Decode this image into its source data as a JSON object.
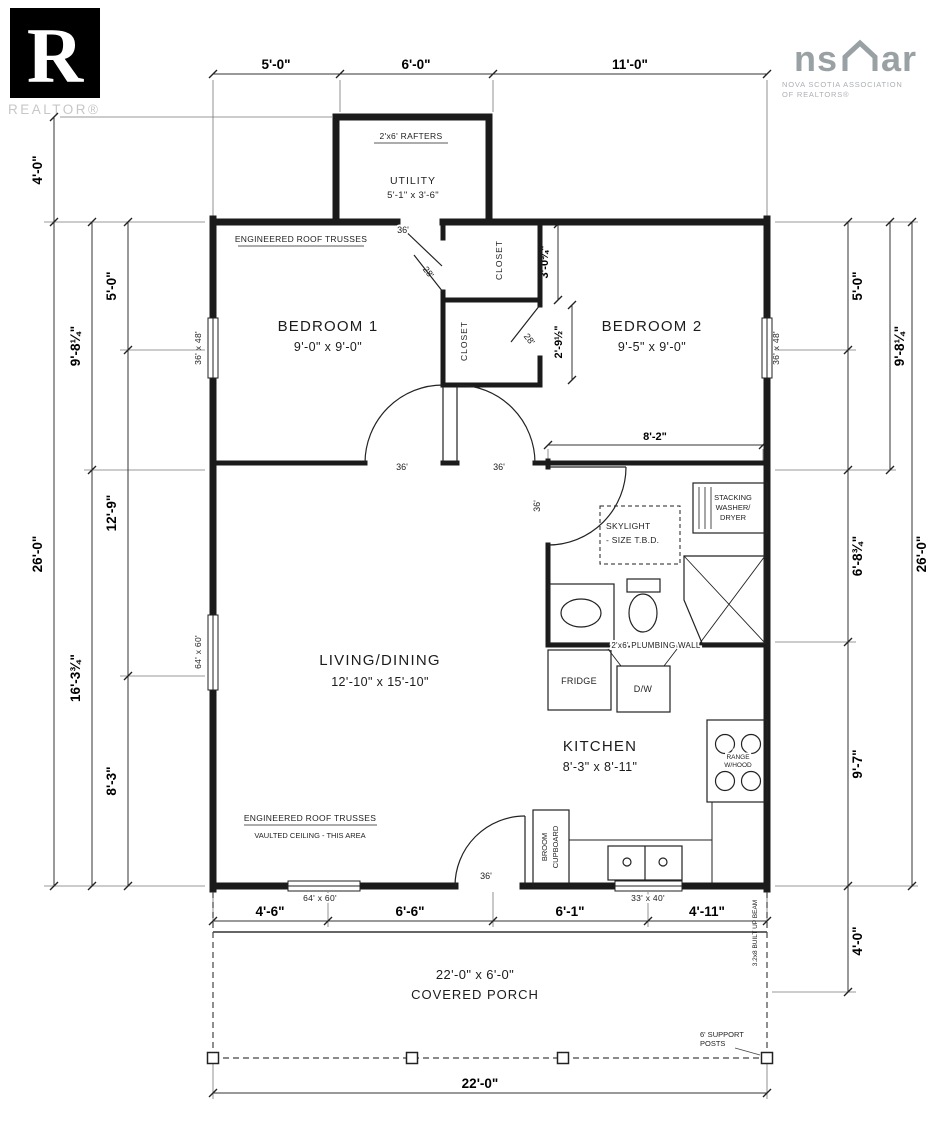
{
  "branding": {
    "realtor_r": "R",
    "realtor_label": "REALTOR®",
    "nsar_ns": "ns",
    "nsar_ar": "ar",
    "nsar_line1": "NOVA SCOTIA ASSOCIATION",
    "nsar_line2": "OF REALTORS®"
  },
  "dims": {
    "top": [
      "5'-0\"",
      "6'-0\"",
      "11'-0\""
    ],
    "left": {
      "utility_h": "4'-0\"",
      "seg_5": "5'-0\"",
      "seg_9_8": "9'-8¼\"",
      "seg_12_9": "12'-9\"",
      "total": "26'-0\"",
      "seg_16_3": "16'-3¾\"",
      "seg_8_3": "8'-3\""
    },
    "right": {
      "seg_5": "5'-0\"",
      "seg_9_8": "9'-8¼\"",
      "total": "26'-0\"",
      "seg_6_8": "6'-8¾\"",
      "seg_9_7": "9'-7\"",
      "porch_h": "4'-0\""
    },
    "bottom": [
      "4'-6\"",
      "6'-6\"",
      "6'-1\"",
      "4'-11\""
    ],
    "bottom_total": "22'-0\"",
    "bed2_interior": "8'-2\"",
    "closet_a": "3'-0¾\"",
    "closet_b": "2'-9½\""
  },
  "rooms": {
    "utility": {
      "name": "UTILITY",
      "size": "5'-1\" x 3'-6\""
    },
    "bedroom1": {
      "name": "BEDROOM 1",
      "size": "9'-0\" x 9'-0\""
    },
    "bedroom2": {
      "name": "BEDROOM 2",
      "size": "9'-5\" x 9'-0\""
    },
    "living": {
      "name": "LIVING/DINING",
      "size": "12'-10\" x 15'-10\""
    },
    "kitchen": {
      "name": "KITCHEN",
      "size": "8'-3\" x 8'-11\""
    },
    "porch": {
      "size": "22'-0\" x 6'-0\"",
      "name": "COVERED PORCH"
    },
    "closet1": "CLOSET",
    "closet2": "CLOSET"
  },
  "openings": {
    "door36": "36'",
    "door28": "28'",
    "win_36x48": "36' x 48'",
    "win_64x60": "64' x 60'",
    "win_33x40": "33' x 40'"
  },
  "notes": {
    "rafters": "2'x6' RAFTERS",
    "trusses_top": "ENGINEERED ROOF TRUSSES",
    "trusses_bottom": "ENGINEERED ROOF TRUSSES",
    "vaulted": "VAULTED CEILING - THIS AREA",
    "skylight_1": "SKYLIGHT",
    "skylight_2": "- SIZE T.B.D.",
    "plumbing_wall": "2'x6' PLUMBING WALL",
    "stacking_1": "STACKING",
    "stacking_2": "WASHER/",
    "stacking_3": "DRYER",
    "fridge": "FRIDGE",
    "dw": "D/W",
    "range_1": "RANGE",
    "range_2": "W/HOOD",
    "broom_1": "BROOM",
    "broom_2": "CUPBOARD",
    "beam": "3.2x8 BUILT UP BEAM",
    "posts_1": "6' SUPPORT",
    "posts_2": "POSTS"
  }
}
